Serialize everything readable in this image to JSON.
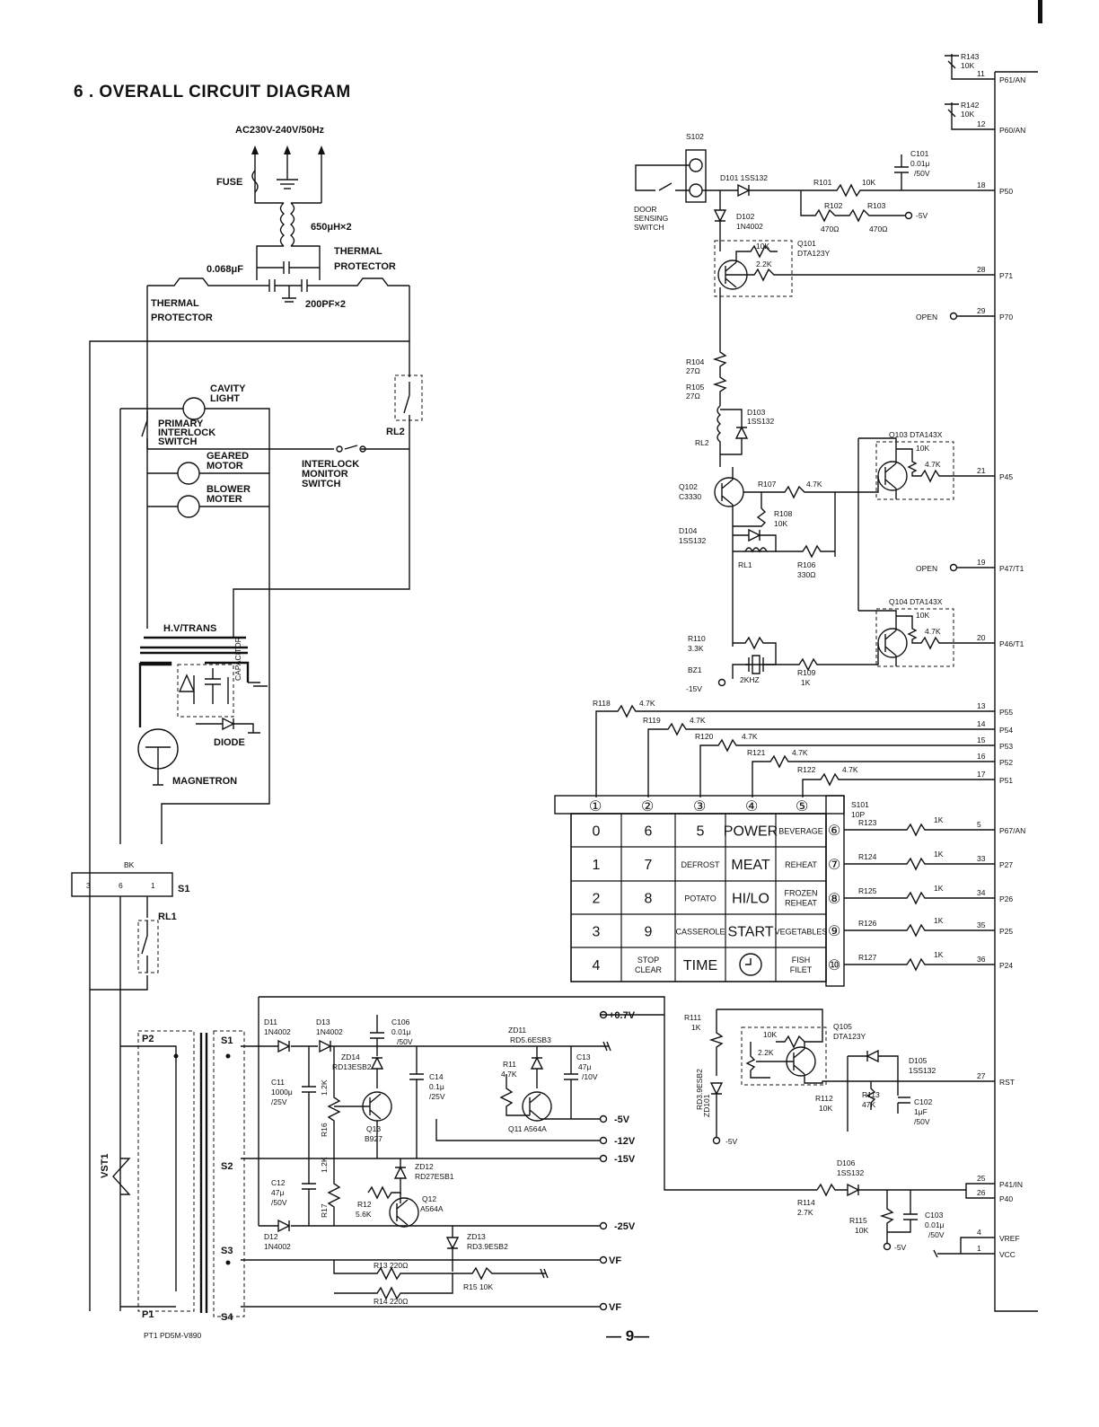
{
  "page": {
    "title": "6 . OVERALL CIRCUIT DIAGRAM",
    "page_number": "— 9—"
  },
  "power": {
    "supply": "AC230V-240V/50Hz",
    "fuse": "FUSE",
    "coil": "650μH×2",
    "cap_068": "0.068μF",
    "cap_200": "200PF×2",
    "thermal_protector_right": [
      "THERMAL",
      "PROTECTOR"
    ],
    "thermal_protector_left": [
      "THERMAL",
      "PROTECTOR"
    ]
  },
  "loads": {
    "cavity_light": [
      "CAVITY",
      "LIGHT"
    ],
    "primary_interlock": [
      "PRIMARY",
      "INTERLOCK",
      "SWITCH"
    ],
    "geared_motor": [
      "GEARED",
      "MOTOR"
    ],
    "blower_motor": [
      "BLOWER",
      "MOTER"
    ],
    "interlock_monitor": [
      "INTERLOCK",
      "MONITOR",
      "SWITCH"
    ],
    "rl2": "RL2",
    "hv_trans": "H.V/TRANS",
    "capacitor": "CAPACITOR",
    "diode": "DIODE",
    "magnetron": "MAGNETRON"
  },
  "connector_s1": {
    "label": "S1",
    "bk": "BK",
    "pins": [
      "3",
      "6",
      "1"
    ],
    "rl1": "RL1"
  },
  "power_supply": {
    "transformer": "PT1 PD5M-V890",
    "vst": "VST1",
    "taps": [
      "P2",
      "P1",
      "S1",
      "S2",
      "S3",
      "S4"
    ],
    "d11": [
      "D11",
      "1N4002"
    ],
    "d13": [
      "D13",
      "1N4002"
    ],
    "d12": [
      "D12",
      "1N4002"
    ],
    "c106": [
      "C106",
      "0.01μ",
      "/50V"
    ],
    "zd14": [
      "ZD14",
      "RD13ESB2"
    ],
    "zd11": [
      "ZD11",
      "RD5.6ESB3"
    ],
    "c11": [
      "C11",
      "1000μ",
      "/25V"
    ],
    "c14": [
      "C14",
      "0.1μ",
      "/25V"
    ],
    "r11": [
      "R11",
      "4.7K"
    ],
    "c13": [
      "C13",
      "47μ",
      "/10V"
    ],
    "r16": [
      "R16",
      "1.2K"
    ],
    "q13": [
      "Q13",
      "B927"
    ],
    "q11": "Q11 A564A",
    "zd12": [
      "ZD12",
      "RD27ESB1"
    ],
    "r17": [
      "R17",
      "1.2K"
    ],
    "c12": [
      "C12",
      "47μ",
      "/50V"
    ],
    "r12": [
      "R12",
      "5.6K"
    ],
    "q12": [
      "Q12",
      "A564A"
    ],
    "zd13": [
      "ZD13",
      "RD3.9ESB2"
    ],
    "r13": "R13 220Ω",
    "r15": "R15 10K",
    "r14": "R14 220Ω",
    "rails": [
      "+0.7V",
      "-5V",
      "-12V",
      "-15V",
      "-25V",
      "VF",
      "VF"
    ]
  },
  "control": {
    "r143": [
      "R143",
      "10K"
    ],
    "r142": [
      "R142",
      "10K"
    ],
    "s102": "S102",
    "door_switch": [
      "DOOR",
      "SENSING",
      "SWITCH"
    ],
    "c101": [
      "C101",
      "0.01μ",
      "/50V"
    ],
    "d101": "D101 1SS132",
    "r101": "R101",
    "r101_val": "10K",
    "r102": "R102",
    "r103": "R103",
    "r102_val": "470Ω",
    "r103_val": "470Ω",
    "neg5": "-5V",
    "d102": [
      "D102",
      "1N4002"
    ],
    "q101": [
      "Q101",
      "DTA123Y"
    ],
    "q101_r1": "10K",
    "q101_r2": "2.2K",
    "open1": "OPEN",
    "open2": "OPEN",
    "r104": [
      "R104",
      "27Ω"
    ],
    "r105": [
      "R105",
      "27Ω"
    ],
    "d103": [
      "D103",
      "1SS132"
    ],
    "rl2": "RL2",
    "q103": "Q103 DTA143X",
    "q103_r1": "10K",
    "q103_r2": "4.7K",
    "q102": [
      "Q102",
      "C3330"
    ],
    "r107": "R107",
    "r107_val": "4.7K",
    "r108": [
      "R108",
      "10K"
    ],
    "d104": [
      "D104",
      "1SS132"
    ],
    "rl1": "RL1",
    "r106": [
      "R106",
      "330Ω"
    ],
    "q104": "Q104 DTA143X",
    "q104_r1": "10K",
    "q104_r2": "4.7K",
    "r110": [
      "R110",
      "3.3K"
    ],
    "bz1": "BZ1",
    "buzzer_freq": "2KHZ",
    "r109": [
      "R109",
      "1K"
    ],
    "neg15": "-15V",
    "row_res": [
      "R118",
      "R119",
      "R120",
      "R121",
      "R122"
    ],
    "row_res_val": "4.7K",
    "s101": [
      "S101",
      "10P"
    ],
    "col_res": [
      "R123",
      "R124",
      "R125",
      "R126",
      "R127"
    ],
    "col_res_val": "1K",
    "r111": [
      "R111",
      "1K"
    ],
    "q105": [
      "Q105",
      "DTA123Y"
    ],
    "q105_r1": "10K",
    "q105_r2": "2.2K",
    "d105": [
      "D105",
      "1SS132"
    ],
    "r112": [
      "R112",
      "10K"
    ],
    "r113": [
      "R113",
      "47K"
    ],
    "c102": [
      "C102",
      "1μF",
      "/50V"
    ],
    "zd101": [
      "ZD101",
      "RD3.9ESB2"
    ],
    "neg5b": "-5V",
    "d106": [
      "D106",
      "1SS132"
    ],
    "r114": [
      "R114",
      "2.7K"
    ],
    "r115": [
      "R115",
      "10K"
    ],
    "c103": [
      "C103",
      "0.01μ",
      "/50V"
    ],
    "neg5c": "-5V"
  },
  "mcu": {
    "pins": [
      {
        "num": "11",
        "name": "P61/AN"
      },
      {
        "num": "12",
        "name": "P60/AN"
      },
      {
        "num": "18",
        "name": "P50"
      },
      {
        "num": "28",
        "name": "P71"
      },
      {
        "num": "29",
        "name": "P70"
      },
      {
        "num": "21",
        "name": "P45"
      },
      {
        "num": "19",
        "name": "P47/T1"
      },
      {
        "num": "20",
        "name": "P46/T1"
      },
      {
        "num": "13",
        "name": "P55"
      },
      {
        "num": "14",
        "name": "P54"
      },
      {
        "num": "15",
        "name": "P53"
      },
      {
        "num": "16",
        "name": "P52"
      },
      {
        "num": "17",
        "name": "P51"
      },
      {
        "num": "5",
        "name": "P67/AN"
      },
      {
        "num": "33",
        "name": "P27"
      },
      {
        "num": "34",
        "name": "P26"
      },
      {
        "num": "35",
        "name": "P25"
      },
      {
        "num": "36",
        "name": "P24"
      },
      {
        "num": "27",
        "name": "RST"
      },
      {
        "num": "25",
        "name": "P41/IN"
      },
      {
        "num": "26",
        "name": "P40"
      },
      {
        "num": "4",
        "name": "VREF"
      },
      {
        "num": "1",
        "name": "VCC"
      }
    ]
  },
  "keypad": {
    "col_markers": [
      "①",
      "②",
      "③",
      "④",
      "⑤"
    ],
    "row_markers": [
      "⑥",
      "⑦",
      "⑧",
      "⑨",
      "⑩"
    ],
    "rows": [
      [
        "0",
        "6",
        "5",
        "POWER",
        "BEVERAGE"
      ],
      [
        "1",
        "7",
        "DEFROST",
        "MEAT",
        "REHEAT"
      ],
      [
        "2",
        "8",
        "POTATO",
        "HI/LO",
        "FROZEN REHEAT"
      ],
      [
        "3",
        "9",
        "CASSEROLE",
        "START",
        "VEGETABLES"
      ],
      [
        "4",
        "STOP CLEAR",
        "TIME",
        "◷",
        "FISH FILET"
      ]
    ]
  }
}
